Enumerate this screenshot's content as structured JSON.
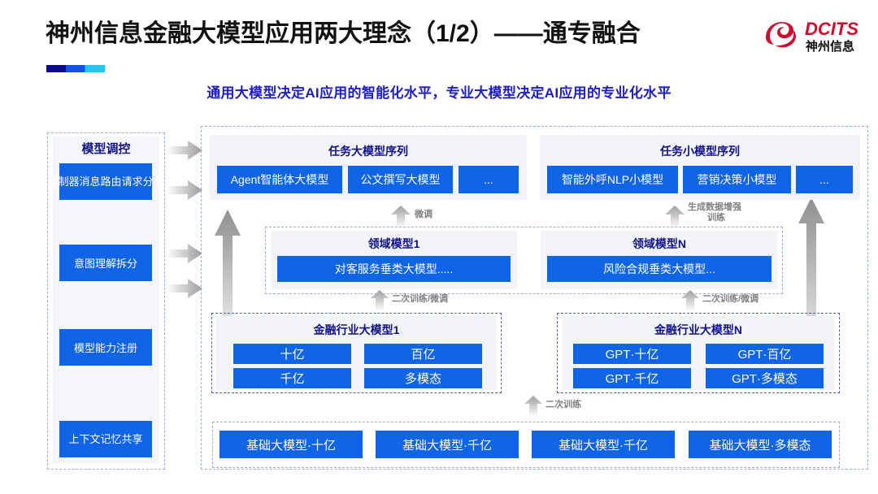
{
  "header": {
    "title": "神州信息金融大模型应用两大理念（1/2）——通专融合",
    "subtitle": "通用大模型决定AI应用的智能化水平，专业大模型决定AI应用的专业化水平",
    "logo_text": "DCITS",
    "logo_sub": "神州信息",
    "accent_navy": "#0b0b8c",
    "accent_blue": "#1552e8",
    "accent_cyan": "#2bc4f0"
  },
  "sidebar": {
    "title": "模型调控",
    "items": [
      {
        "label": "控制器消息路由请求分发"
      },
      {
        "label": "意图理解拆分"
      },
      {
        "label": "模型能力注册"
      },
      {
        "label": "上下文记忆共享"
      }
    ]
  },
  "task_large": {
    "title": "任务大模型序列",
    "items": [
      "Agent智能体大模型",
      "公文撰写大模型",
      "..."
    ]
  },
  "task_small": {
    "title": "任务小模型序列",
    "items": [
      "智能外呼NLP小模型",
      "营销决策小模型",
      "..."
    ]
  },
  "domain": {
    "left": {
      "title": "领域模型1",
      "item": "对客服务垂类大模型....."
    },
    "right": {
      "title": "领域模型N",
      "item": "风险合规垂类大模型..."
    }
  },
  "industry": {
    "left": {
      "title": "金融行业大模型1",
      "items": [
        "十亿",
        "百亿",
        "千亿",
        "多模态"
      ]
    },
    "right": {
      "title": "金融行业大模型N",
      "items": [
        "GPT·十亿",
        "GPT·百亿",
        "GPT·千亿",
        "GPT·多模态"
      ]
    }
  },
  "foundation": {
    "items": [
      "基础大模型·十亿",
      "基础大模型·千亿",
      "基础大模型·千亿",
      "基础大模型·多模态"
    ]
  },
  "captions": {
    "fine_tune": "微调",
    "data_aug_1": "生成数据增强",
    "data_aug_2": "训练",
    "retrain_finetune_left": "二次训练/微调",
    "retrain_finetune_right": "二次训练/微调",
    "retrain": "二次训练"
  }
}
